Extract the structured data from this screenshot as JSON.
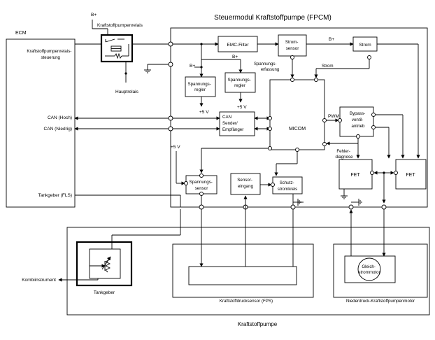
{
  "title": "Steuermodul Kraftstoffpumpe (FPCM)",
  "ecm": {
    "label": "ECM",
    "relay_control": [
      "Kraftstoffpumpenrelais-",
      "steuerung"
    ],
    "can_high": "CAN (Hoch)",
    "can_low": "CAN (Niedrig)",
    "tank_sender": "Tankgeber (FLS)"
  },
  "relay": {
    "label": "Kraftstoffpumpenrelais",
    "main_relay": "Hauptrelais",
    "supply": "B+"
  },
  "fpcm": {
    "emc_filter": "EMC-Filter",
    "current_sensor": [
      "Strom-",
      "sensor"
    ],
    "current": "Strom",
    "current_line": "Strom",
    "battery_1": "B+",
    "battery_2": "B+",
    "battery_3": "B+",
    "voltage_sensing": [
      "Spannungs-",
      "erfassung"
    ],
    "voltage_regulator_1": [
      "Spannungs-",
      "regler"
    ],
    "voltage_regulator_2": [
      "Spannungs-",
      "regler"
    ],
    "plus5v_1": "+5 V",
    "plus5v_2": "+5 V",
    "plus5v_3": "+5 V",
    "can_transceiver": [
      "CAN",
      "Sender/",
      "Empfänger"
    ],
    "micom": "MICOM",
    "pwm": "PWM",
    "bypass_valve": [
      "Bypass-",
      "ventil-",
      "antrieb"
    ],
    "fault_diagnosis": [
      "Fehler-",
      "diagnose"
    ],
    "fet_1": "FET",
    "fet_2": "FET",
    "voltage_sensor": [
      "Spannungs-",
      "sensor"
    ],
    "sensor_input": [
      "Sensor-",
      "eingang"
    ],
    "protection_circuit": [
      "Schutz-",
      "stromkreis"
    ]
  },
  "pump": {
    "label": "Kraftstoffpumpe",
    "fuel_pressure_sensor": "Kraftstoffdrucksensor (FPS)",
    "motor_label": "Niederdruck-Kraftstoffpumpenmotor",
    "dc_motor": [
      "Gleich-",
      "strommotor"
    ],
    "tank_sender": "Tankgeber",
    "instrument_cluster": "Kombiinstrument"
  }
}
